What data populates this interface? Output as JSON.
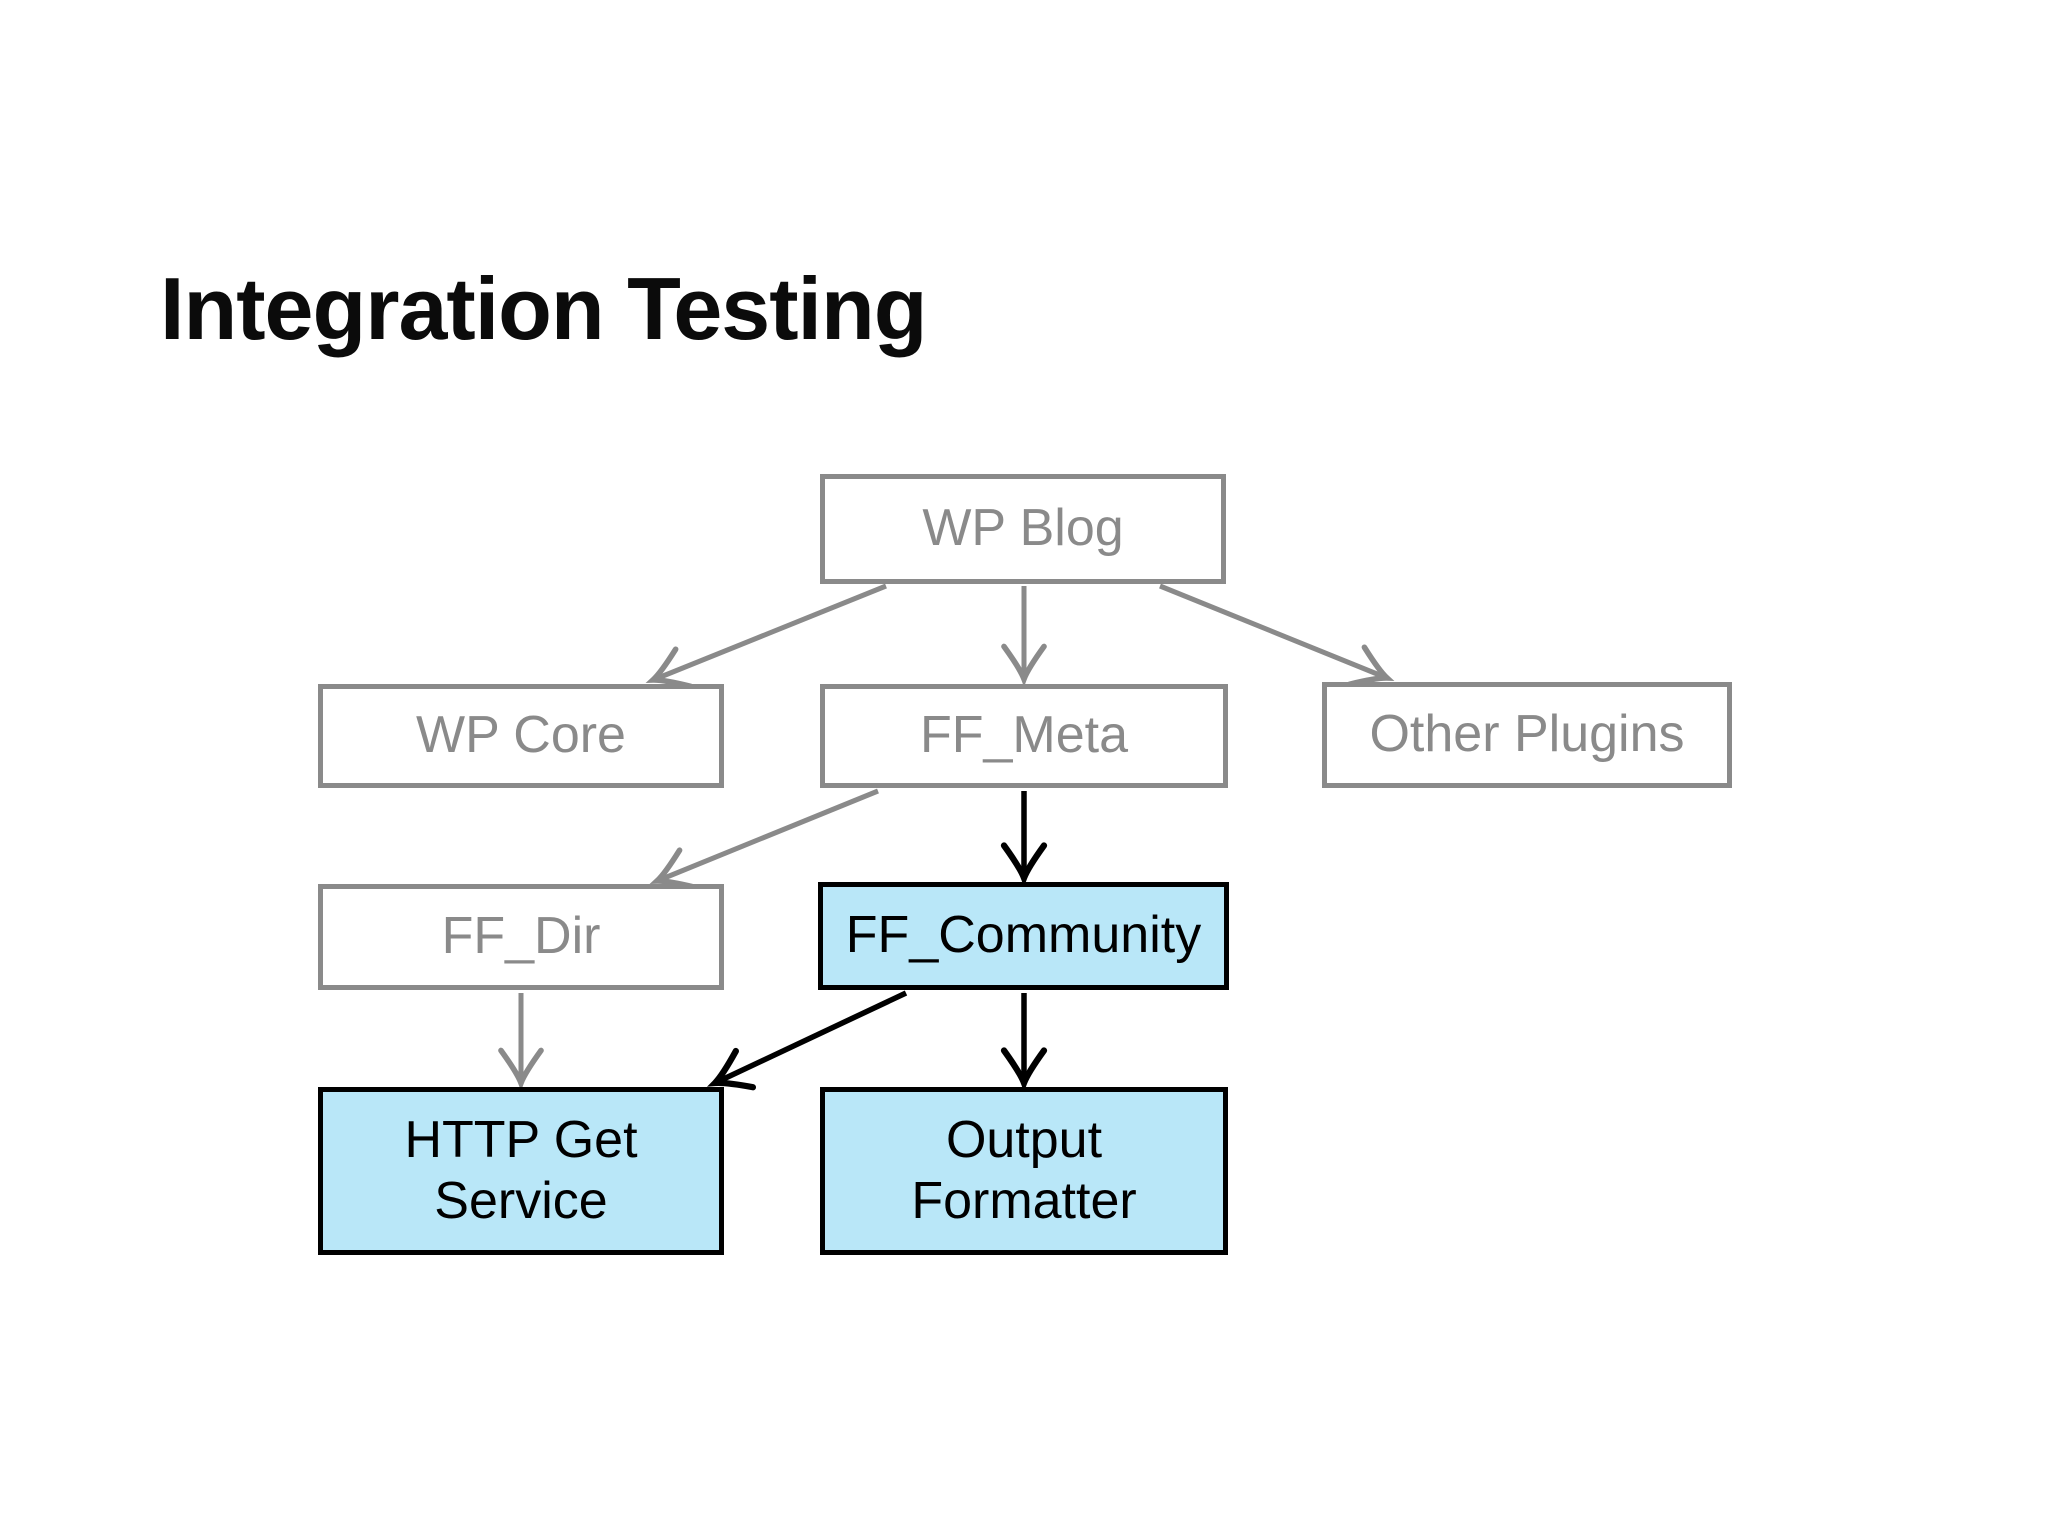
{
  "title": "Integration Testing",
  "colors": {
    "background": "#ffffff",
    "muted_gray": "#8a8a8a",
    "active_black": "#000000",
    "highlight_fill": "#b9e7f8",
    "title_text": "#0b0b0b"
  },
  "diagram": {
    "nodes": [
      {
        "id": "wp-blog",
        "label": "WP Blog",
        "state": "muted"
      },
      {
        "id": "wp-core",
        "label": "WP Core",
        "state": "muted"
      },
      {
        "id": "ff-meta",
        "label": "FF_Meta",
        "state": "muted"
      },
      {
        "id": "other-plugins",
        "label": "Other Plugins",
        "state": "muted"
      },
      {
        "id": "ff-dir",
        "label": "FF_Dir",
        "state": "muted"
      },
      {
        "id": "ff-community",
        "label": "FF_Community",
        "state": "highlighted"
      },
      {
        "id": "http-get-service",
        "label": "HTTP Get\nService",
        "state": "highlighted"
      },
      {
        "id": "output-formatter",
        "label": "Output\nFormatter",
        "state": "highlighted"
      }
    ],
    "edges": [
      {
        "from": "WP Blog",
        "to": "WP Core",
        "style": "muted"
      },
      {
        "from": "WP Blog",
        "to": "FF_Meta",
        "style": "muted"
      },
      {
        "from": "WP Blog",
        "to": "Other Plugins",
        "style": "muted"
      },
      {
        "from": "FF_Meta",
        "to": "FF_Dir",
        "style": "muted"
      },
      {
        "from": "FF_Meta",
        "to": "FF_Community",
        "style": "active"
      },
      {
        "from": "FF_Dir",
        "to": "HTTP Get Service",
        "style": "muted"
      },
      {
        "from": "FF_Community",
        "to": "HTTP Get Service",
        "style": "active"
      },
      {
        "from": "FF_Community",
        "to": "Output Formatter",
        "style": "active"
      }
    ]
  }
}
